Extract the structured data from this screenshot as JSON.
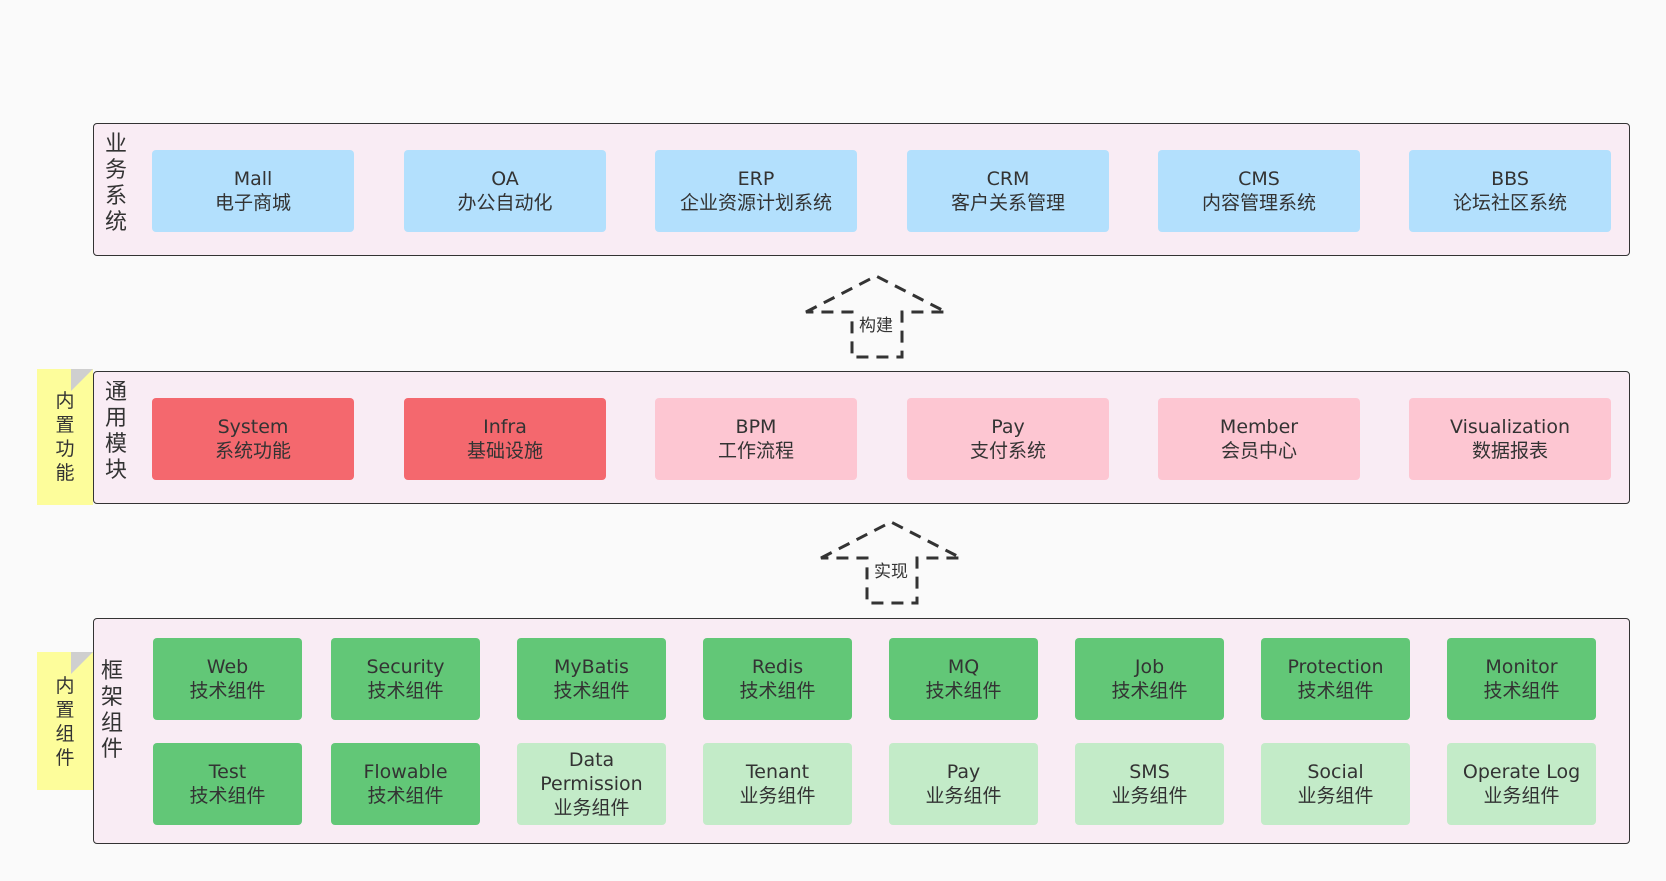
{
  "layers": {
    "business": {
      "label": "业务系统",
      "boxes": [
        {
          "en": "Mall",
          "zh": "电子商城"
        },
        {
          "en": "OA",
          "zh": "办公自动化"
        },
        {
          "en": "ERP",
          "zh": "企业资源计划系统"
        },
        {
          "en": "CRM",
          "zh": "客户关系管理"
        },
        {
          "en": "CMS",
          "zh": "内容管理系统"
        },
        {
          "en": "BBS",
          "zh": "论坛社区系统"
        }
      ]
    },
    "common": {
      "label": "通用模块",
      "note": "内置功能",
      "boxes": [
        {
          "en": "System",
          "zh": "系统功能"
        },
        {
          "en": "Infra",
          "zh": "基础设施"
        },
        {
          "en": "BPM",
          "zh": "工作流程"
        },
        {
          "en": "Pay",
          "zh": "支付系统"
        },
        {
          "en": "Member",
          "zh": "会员中心"
        },
        {
          "en": "Visualization",
          "zh": "数据报表"
        }
      ]
    },
    "framework": {
      "label": "框架组件",
      "note": "内置组件",
      "row1": [
        {
          "en": "Web",
          "zh": "技术组件"
        },
        {
          "en": "Security",
          "zh": "技术组件"
        },
        {
          "en": "MyBatis",
          "zh": "技术组件"
        },
        {
          "en": "Redis",
          "zh": "技术组件"
        },
        {
          "en": "MQ",
          "zh": "技术组件"
        },
        {
          "en": "Job",
          "zh": "技术组件"
        },
        {
          "en": "Protection",
          "zh": "技术组件"
        },
        {
          "en": "Monitor",
          "zh": "技术组件"
        }
      ],
      "row2": [
        {
          "en": "Test",
          "zh": "技术组件"
        },
        {
          "en": "Flowable",
          "zh": "技术组件"
        },
        {
          "en": "Data",
          "en2": "Permission",
          "zh": "业务组件"
        },
        {
          "en": "Tenant",
          "zh": "业务组件"
        },
        {
          "en": "Pay",
          "zh": "业务组件"
        },
        {
          "en": "SMS",
          "zh": "业务组件"
        },
        {
          "en": "Social",
          "zh": "业务组件"
        },
        {
          "en": "Operate Log",
          "zh": "业务组件"
        }
      ]
    }
  },
  "arrows": {
    "build": "构建",
    "implement": "实现"
  },
  "colors": {
    "business_box": "#b3e0fd",
    "common_core": "#f4686e",
    "common_other": "#fdc6d2",
    "tech_component": "#62c777",
    "biz_component": "#c3ebc8",
    "layer_bg": "#f9ecf4",
    "note": "#fdfd9b"
  }
}
